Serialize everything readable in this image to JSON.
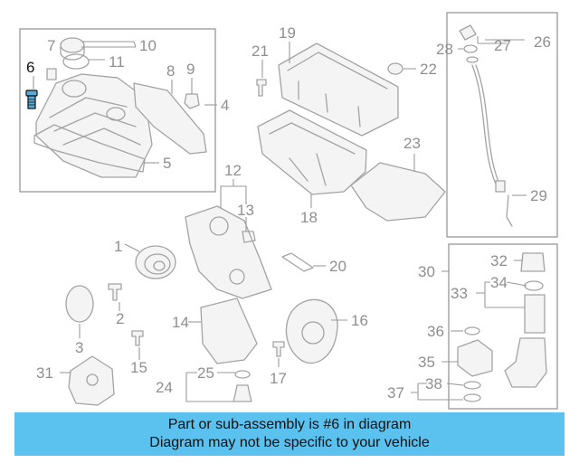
{
  "callouts": {
    "c1": "1",
    "c2": "2",
    "c3": "3",
    "c4": "4",
    "c5": "5",
    "c6": "6",
    "c7": "7",
    "c8": "8",
    "c9": "9",
    "c10": "10",
    "c11": "11",
    "c12": "12",
    "c13": "13",
    "c14": "14",
    "c15": "15",
    "c16": "16",
    "c17": "17",
    "c18": "18",
    "c19": "19",
    "c20": "20",
    "c21": "21",
    "c22": "22",
    "c23": "23",
    "c24": "24",
    "c25": "25",
    "c26": "26",
    "c27": "27",
    "c28": "28",
    "c29": "29",
    "c30": "30",
    "c31": "31",
    "c32": "32",
    "c33": "33",
    "c34": "34",
    "c35": "35",
    "c36": "36",
    "c37": "37",
    "c38": "38"
  },
  "highlighted_part": "6",
  "colors": {
    "highlight_part": "#5aa9d6",
    "banner": "#5bc1ef",
    "line_art": "#a3a3a3"
  },
  "banner": {
    "line1": "Part or sub-assembly is #6 in diagram",
    "line2": "Diagram may not be specific to your vehicle"
  }
}
